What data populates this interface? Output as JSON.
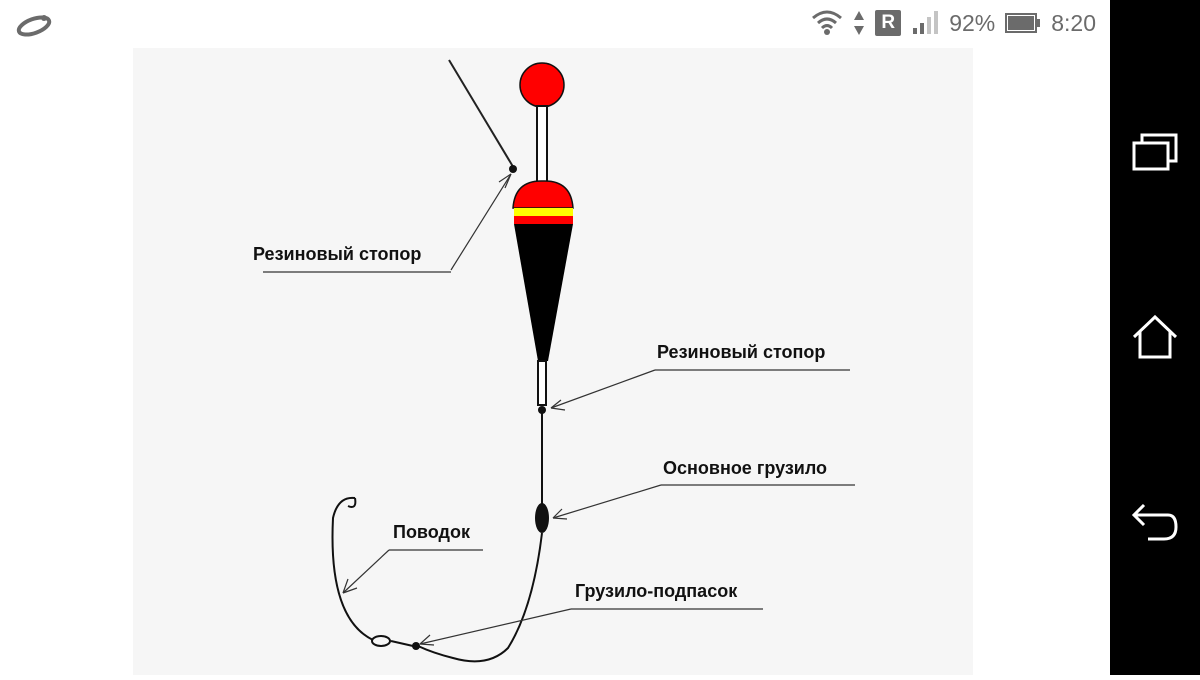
{
  "status_bar": {
    "battery_percent": "92%",
    "time": "8:20",
    "roaming_label": "R",
    "icons": [
      "app-logo-icon",
      "wifi-icon",
      "data-arrows-icon",
      "roaming-icon",
      "signal-icon",
      "battery-icon"
    ]
  },
  "diagram": {
    "labels": {
      "stopper_top": "Резиновый стопор",
      "stopper_bottom": "Резиновый стопор",
      "main_sinker": "Основное грузило",
      "leader": "Поводок",
      "sub_sinker": "Грузило-подпасок"
    },
    "colors": {
      "float_top": "#ff0000",
      "float_stripe": "#ffff00",
      "float_body": "#000000",
      "background": "#f6f6f6"
    }
  },
  "nav_bar": {
    "buttons": [
      "recent-apps",
      "home",
      "back"
    ]
  }
}
